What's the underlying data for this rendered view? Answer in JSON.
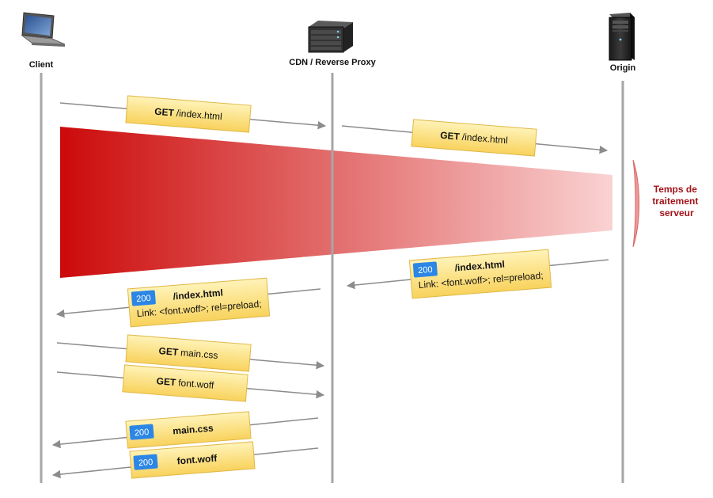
{
  "actors": {
    "client": {
      "label": "Client",
      "icon": "laptop-icon"
    },
    "proxy": {
      "label": "CDN / Reverse Proxy",
      "icon": "server-rack-icon"
    },
    "origin": {
      "label": "Origin",
      "icon": "tower-server-icon"
    }
  },
  "messages": [
    {
      "id": "client-get-index",
      "verb": "GET",
      "path": "/index.html",
      "from": "client",
      "to": "proxy"
    },
    {
      "id": "proxy-get-index",
      "verb": "GET",
      "path": "/index.html",
      "from": "proxy",
      "to": "origin"
    },
    {
      "id": "origin-resp-index",
      "status": "200",
      "path": "/index.html",
      "extra": "Link: <font.woff>; rel=preload;",
      "from": "origin",
      "to": "proxy"
    },
    {
      "id": "proxy-resp-index",
      "status": "200",
      "path": "/index.html",
      "extra": "Link: <font.woff>; rel=preload;",
      "from": "proxy",
      "to": "client"
    },
    {
      "id": "client-get-css",
      "verb": "GET",
      "path": "main.css",
      "from": "client",
      "to": "proxy"
    },
    {
      "id": "client-get-font",
      "verb": "GET",
      "path": "font.woff",
      "from": "client",
      "to": "proxy"
    },
    {
      "id": "proxy-resp-css",
      "status": "200",
      "path": "main.css",
      "from": "proxy",
      "to": "client"
    },
    {
      "id": "proxy-resp-font",
      "status": "200",
      "path": "font.woff",
      "from": "proxy",
      "to": "client"
    }
  ],
  "annotation": {
    "lines": [
      "Temps de",
      "traitement",
      "serveur"
    ]
  },
  "colors": {
    "lifeline": "#a6a6a6",
    "arrow": "#8c8c8c",
    "note_fill_top": "#fff3b8",
    "note_fill_bottom": "#f8d25c",
    "note_border": "#e0b848",
    "badge": "#2b86e6",
    "wedge_dark": "#cc0a0a",
    "wedge_light": "#fad2d2",
    "annotation_text": "#a1141a"
  }
}
